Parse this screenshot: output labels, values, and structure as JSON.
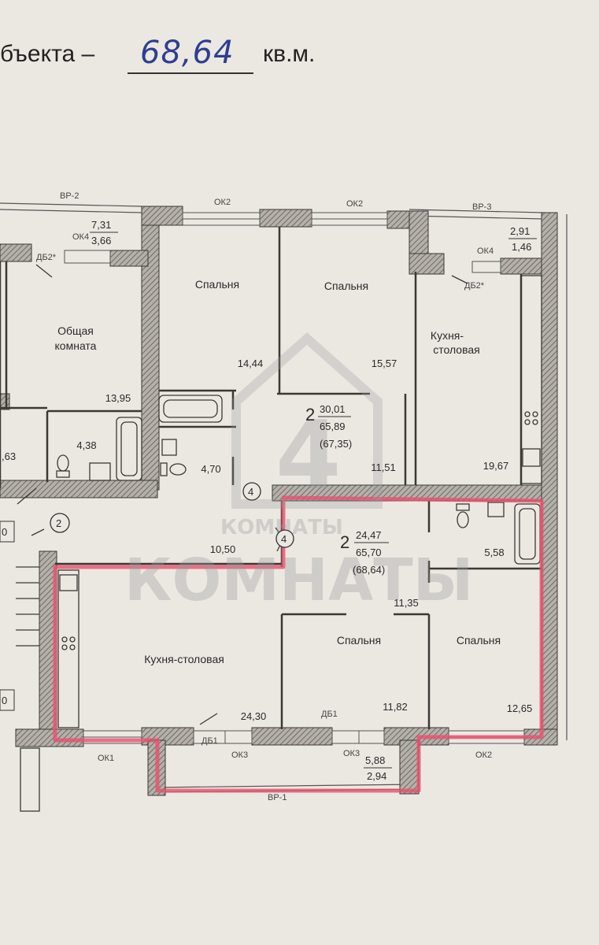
{
  "header": {
    "prefix": "бъекта –",
    "value": "68,64",
    "unit": "кв.м."
  },
  "rooms": {
    "obshchaya": [
      "Общая",
      "комната"
    ],
    "obshchaya_area": "13,95",
    "bath_left_area": "4,38",
    "left_edge_area": ",63",
    "spalnya1": "Спальня",
    "spalnya1_area": "14,44",
    "spalnya2": "Спальня",
    "spalnya2_area": "15,57",
    "kitchen_top": [
      "Кухня-",
      "столовая"
    ],
    "kitchen_top_area": "19,67",
    "bath_top_area": "4,70",
    "hall_top_area": "11,51",
    "hall_mid_area": "10,50",
    "bath_right_area": "5,58",
    "kitchen_bottom": "Кухня-столовая",
    "kitchen_bottom_area": "24,30",
    "spalnya3": "Спальня",
    "spalnya3_area": "11,82",
    "spalnya4": "Спальня",
    "spalnya4_area": "12,65",
    "hall_bottom_area": "11,35"
  },
  "apartments": {
    "top": {
      "rooms": "2",
      "living": "30,01",
      "total": "65,89",
      "total_loggia": "(67,35)"
    },
    "bottom": {
      "rooms": "2",
      "living": "24,47",
      "total": "65,70",
      "total_loggia": "(68,64)"
    }
  },
  "balconies": {
    "top_left": {
      "area1": "7,31",
      "area2": "3,66"
    },
    "top_right": {
      "area1": "2,91",
      "area2": "1,46"
    },
    "bottom": {
      "area1": "5,88",
      "area2": "2,94"
    }
  },
  "marks": {
    "vr2": "ВР-2",
    "vr3": "ВР-3",
    "vr1": "ВР-1",
    "ok2a": "ОК2",
    "ok2b": "ОК2",
    "ok2c": "ОК2",
    "ok4a": "ОК4",
    "ok4b": "ОК4",
    "ok1": "ОК1",
    "ok3a": "ОК3",
    "ok3b": "ОК3",
    "db2a": "ДБ2*",
    "db2b": "ДБ2*",
    "db1a": "ДБ1",
    "db1b": "ДБ1",
    "circle4a": "4",
    "circle4b": "4",
    "circle2": "2",
    "left0a": "0",
    "left0b": "0"
  },
  "watermark": {
    "text": "КОМНАТЫ",
    "small": "КОМНАТЫ",
    "logo": "4"
  },
  "colors": {
    "paper": "#ebe8e2",
    "wall": "#8a8580",
    "highlight": "#e8506e",
    "ink": "#2a2a2a"
  }
}
